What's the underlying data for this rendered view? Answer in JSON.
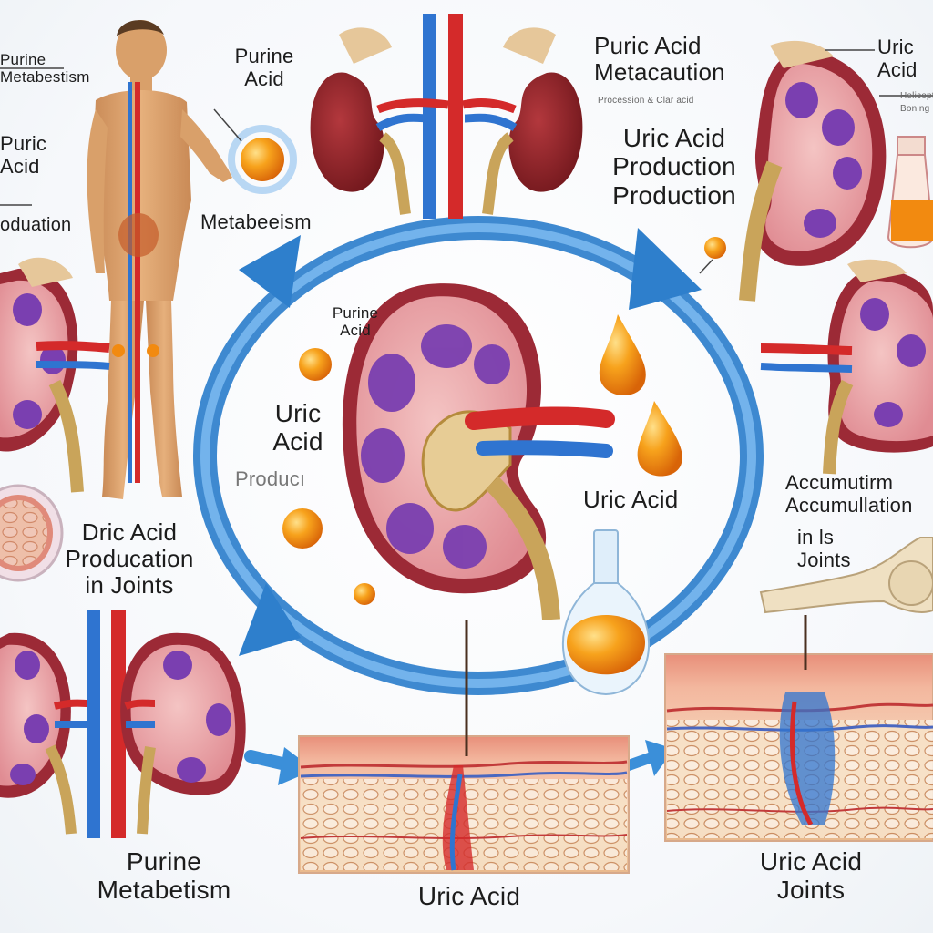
{
  "labels": {
    "top_left_1": "Purine\nMetabestism",
    "top_left_2": "Puric\nAcid",
    "top_left_3": "oduation",
    "purine_acid_top": "Purine\nAcid",
    "metabeeism": "Metabeeism",
    "puric_acid_metacaution": "Puric Acid\nMetacaution",
    "small_caption": "Procession & Clar acid",
    "uric_acid_production_top": "Uric Acid\nProduction\nProduction",
    "uric_acid_top_right": "Uric\nAcid",
    "tiny_right_1": "Helicopter",
    "tiny_right_2": "Boning",
    "purine_acid_center": "Purine\nAcid",
    "uric_acid_production_center_1": "Uric\nAcid",
    "uric_acid_production_center_2": "Producı",
    "uric_acid_center_right": "Uric Acid",
    "accumulation": "Accumutirm\nAccumullation",
    "in_joints_right": "in     ls\nJoints",
    "dric_acid_joints": "Dric Acid\nProducation\nin Joints",
    "purine_metabetism_bottom": "Purine\nMetabetism",
    "uric_acid_bottom_center": "Uric Acid",
    "uric_acid_joints_bottom": "Uric Acid\nJoints"
  },
  "colors": {
    "cycle_arrow": "#3b8fd9",
    "kidney_outer": "#8b1f24",
    "kidney_tissue": "#e9a3a8",
    "kidney_medulla": "#7a3fb0",
    "artery": "#d42a2a",
    "vein": "#2f74d0",
    "ureter": "#c9a45a",
    "uric_acid_drop": "#f28a10",
    "skin": "#d9a06a"
  }
}
